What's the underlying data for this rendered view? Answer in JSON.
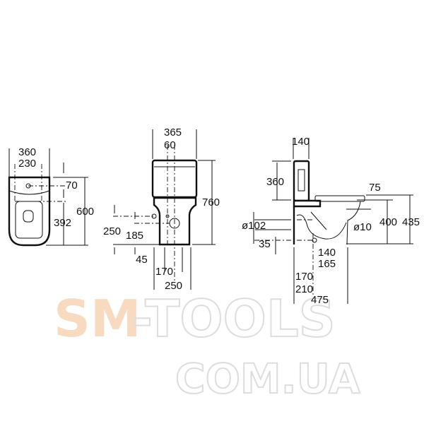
{
  "views": {
    "top": {
      "width_overall": "360",
      "width_fixing": "230",
      "d70": "70",
      "length": "600",
      "d392": "392"
    },
    "front": {
      "width_tank": "365",
      "d60": "60",
      "height": "760",
      "d250": "250",
      "d185": "185",
      "d45": "45",
      "d170": "170",
      "base_width": "250"
    },
    "side": {
      "tank_depth": "140",
      "tank_height": "360",
      "d75": "75",
      "seat_height": "400",
      "rim_height": "435",
      "outlet_dia": "ø102",
      "inlet_dia": "ø10",
      "d35": "35",
      "d140": "140",
      "d165": "165",
      "d170": "170",
      "d210": "210",
      "length": "475"
    }
  },
  "watermark": {
    "brand": "SM",
    "dash_tools": "-TOOLS",
    "domain": "COM.UA"
  }
}
